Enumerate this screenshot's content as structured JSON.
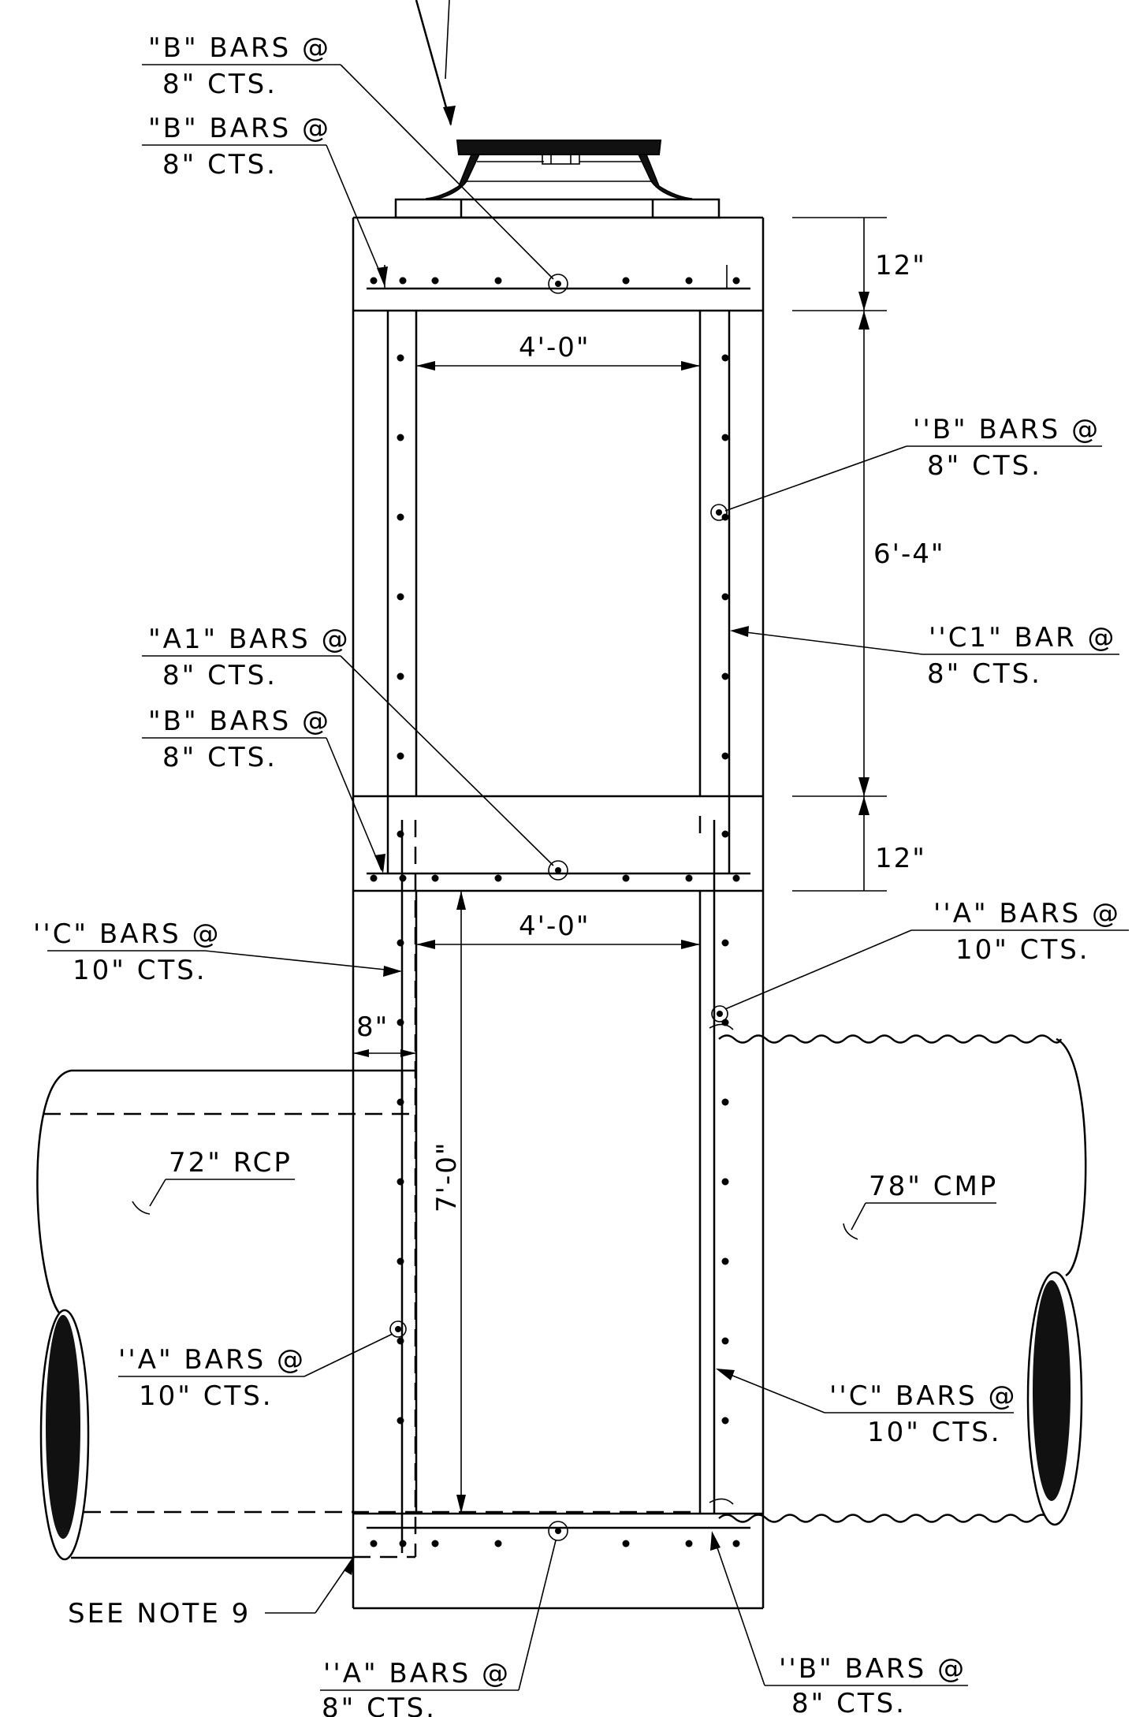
{
  "labels": {
    "b_bars_top_1": {
      "line1": "\"B\" BARS @",
      "line2": "8\" CTS."
    },
    "b_bars_top_2": {
      "line1": "\"B\" BARS @",
      "line2": "8\" CTS."
    },
    "b_bars_right": {
      "line1": "''B\" BARS @",
      "line2": "8\" CTS."
    },
    "c1_bar_right": {
      "line1": "''C1\" BAR @",
      "line2": "8\" CTS."
    },
    "a1_bars_left": {
      "line1": "\"A1\" BARS @",
      "line2": "8\" CTS."
    },
    "b_bars_mid_left": {
      "line1": "\"B\" BARS @",
      "line2": "8\" CTS."
    },
    "c_bars_left": {
      "line1": "''C\" BARS @",
      "line2": "10\" CTS."
    },
    "a_bars_right": {
      "line1": "''A\" BARS @",
      "line2": "10\" CTS."
    },
    "a_bars_left": {
      "line1": "''A\" BARS @",
      "line2": "10\" CTS."
    },
    "c_bars_right": {
      "line1": "''C\" BARS @",
      "line2": "10\" CTS."
    },
    "a_bars_bottom": {
      "line1": "''A\" BARS @",
      "line2": "8\" CTS."
    },
    "b_bars_bottom": {
      "line1": "''B\" BARS @",
      "line2": "8\" CTS."
    },
    "see_note": "SEE NOTE 9",
    "pipe_left": "72\" RCP",
    "pipe_right": "78\" CMP"
  },
  "dimensions": {
    "top_slab": "12\"",
    "upper_height": "6'-4\"",
    "mid_slab": "12\"",
    "upper_width": "4'-0\"",
    "lower_width": "4'-0\"",
    "lower_height": "7'-0\"",
    "wall": "8\""
  }
}
